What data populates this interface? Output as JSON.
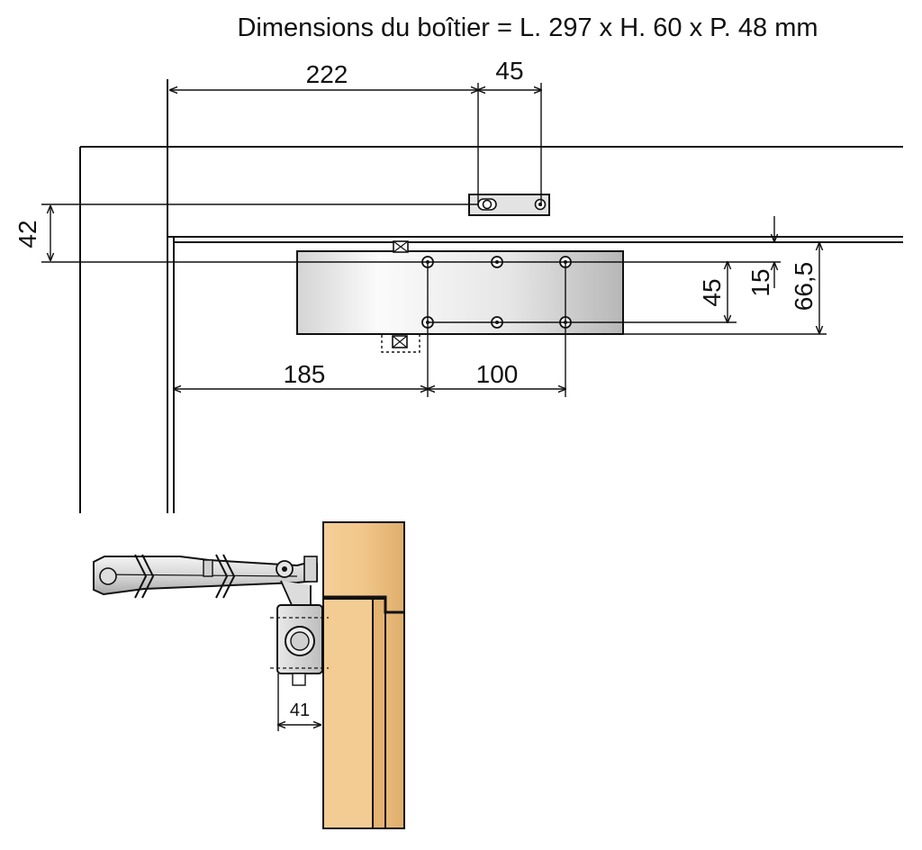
{
  "title": "Dimensions du boîtier = L. 297 x H. 60 x P. 48 mm",
  "dimensions": {
    "d222": "222",
    "d45_top": "45",
    "d42": "42",
    "d185": "185",
    "d100": "100",
    "d45_right": "45",
    "d15": "15",
    "d66_5": "66,5",
    "d41": "41"
  },
  "colors": {
    "line": "#111111",
    "wood_light": "#f0c890",
    "wood_dark": "#d9a566",
    "metal_light": "#f2f2f2",
    "metal_dark": "#b8b8b8"
  }
}
